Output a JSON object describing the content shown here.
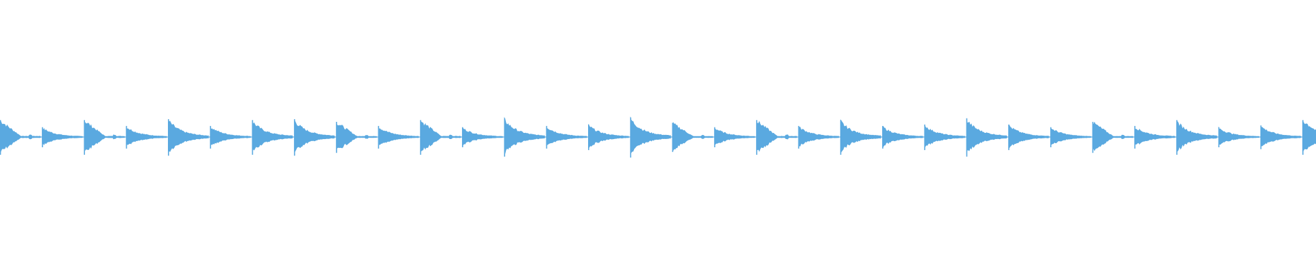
{
  "waveform": {
    "color": "#5aa9e0",
    "background": "#ffffff",
    "beats": [
      {
        "peak": 0.95,
        "shape": "tri"
      },
      {
        "peak": 0.55,
        "shape": "decay"
      },
      {
        "peak": 0.95,
        "shape": "tri"
      },
      {
        "peak": 0.62,
        "shape": "decay"
      },
      {
        "peak": 1.0,
        "shape": "decay"
      },
      {
        "peak": 0.62,
        "shape": "decay"
      },
      {
        "peak": 0.95,
        "shape": "decay"
      },
      {
        "peak": 1.0,
        "shape": "decay"
      },
      {
        "peak": 0.85,
        "shape": "tri"
      },
      {
        "peak": 0.62,
        "shape": "decay"
      },
      {
        "peak": 0.95,
        "shape": "tri"
      },
      {
        "peak": 0.55,
        "shape": "decay"
      },
      {
        "peak": 1.05,
        "shape": "decay"
      },
      {
        "peak": 0.62,
        "shape": "decay"
      },
      {
        "peak": 0.7,
        "shape": "decay"
      },
      {
        "peak": 1.1,
        "shape": "decay"
      },
      {
        "peak": 0.8,
        "shape": "tri"
      },
      {
        "peak": 0.55,
        "shape": "decay"
      },
      {
        "peak": 0.95,
        "shape": "tri"
      },
      {
        "peak": 0.62,
        "shape": "decay"
      },
      {
        "peak": 0.95,
        "shape": "decay"
      },
      {
        "peak": 0.62,
        "shape": "decay"
      },
      {
        "peak": 0.7,
        "shape": "decay"
      },
      {
        "peak": 1.05,
        "shape": "decay"
      },
      {
        "peak": 0.7,
        "shape": "decay"
      },
      {
        "peak": 0.55,
        "shape": "decay"
      },
      {
        "peak": 0.85,
        "shape": "tri"
      },
      {
        "peak": 0.62,
        "shape": "decay"
      },
      {
        "peak": 0.95,
        "shape": "decay"
      },
      {
        "peak": 0.55,
        "shape": "decay"
      },
      {
        "peak": 0.65,
        "shape": "decay"
      },
      {
        "peak": 0.95,
        "shape": "tri"
      }
    ]
  }
}
